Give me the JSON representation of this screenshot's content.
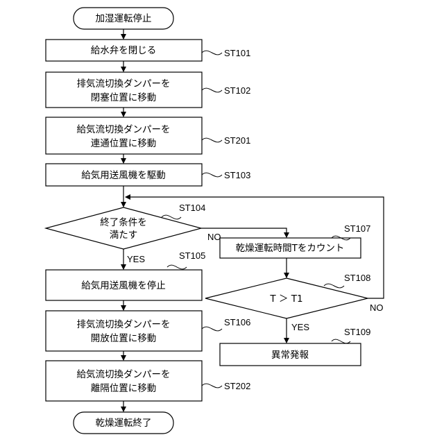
{
  "nodes": {
    "start": "加湿運転停止",
    "st101": "給水弁を閉じる",
    "st102": [
      "排気流切換ダンパーを",
      "閉塞位置に移動"
    ],
    "st201": [
      "給気流切換ダンパーを",
      "連通位置に移動"
    ],
    "st103": "給気用送風機を駆動",
    "st104": [
      "終了条件を",
      "満たす"
    ],
    "st105": "給気用送風機を停止",
    "st106": [
      "排気流切換ダンパーを",
      "開放位置に移動"
    ],
    "st202": [
      "給気流切換ダンパーを",
      "離隔位置に移動"
    ],
    "end": "乾燥運転終了",
    "st107": "乾燥運転時間Tをカウント",
    "st108": "T ＞ T1",
    "st109": "異常発報"
  },
  "step_labels": {
    "st101": "ST101",
    "st102": "ST102",
    "st201": "ST201",
    "st103": "ST103",
    "st104": "ST104",
    "st105": "ST105",
    "st106": "ST106",
    "st202": "ST202",
    "st107": "ST107",
    "st108": "ST108",
    "st109": "ST109"
  },
  "edge_labels": {
    "st104_no": "NO",
    "st104_yes": "YES",
    "st108_yes": "YES",
    "st108_no": "NO"
  }
}
